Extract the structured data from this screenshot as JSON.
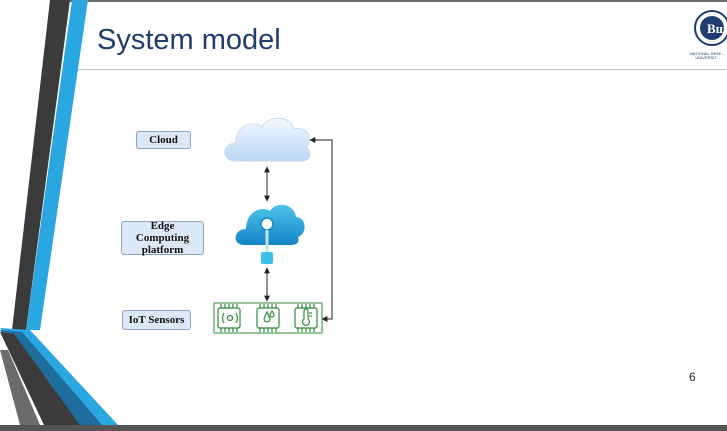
{
  "slide": {
    "title": "System model",
    "page_number": "6"
  },
  "logo": {
    "text": "NATIONAL RESE... UNIVERSIT..."
  },
  "diagram": {
    "labels": {
      "cloud": "Cloud",
      "edge": "Edge Computing platform",
      "iot": "IoT Sensors"
    },
    "icons": [
      "cloud-icon",
      "edge-cloud-icon",
      "wireless-sensor-icon",
      "humidity-sensor-icon",
      "temperature-sensor-icon"
    ]
  },
  "colors": {
    "title": "#1f3d6e",
    "accent_blue": "#2aa7e0",
    "dark_stripe": "#3b3b3b",
    "sensor_green": "#2e8b3a",
    "label_fill": "#dbe8f7"
  }
}
